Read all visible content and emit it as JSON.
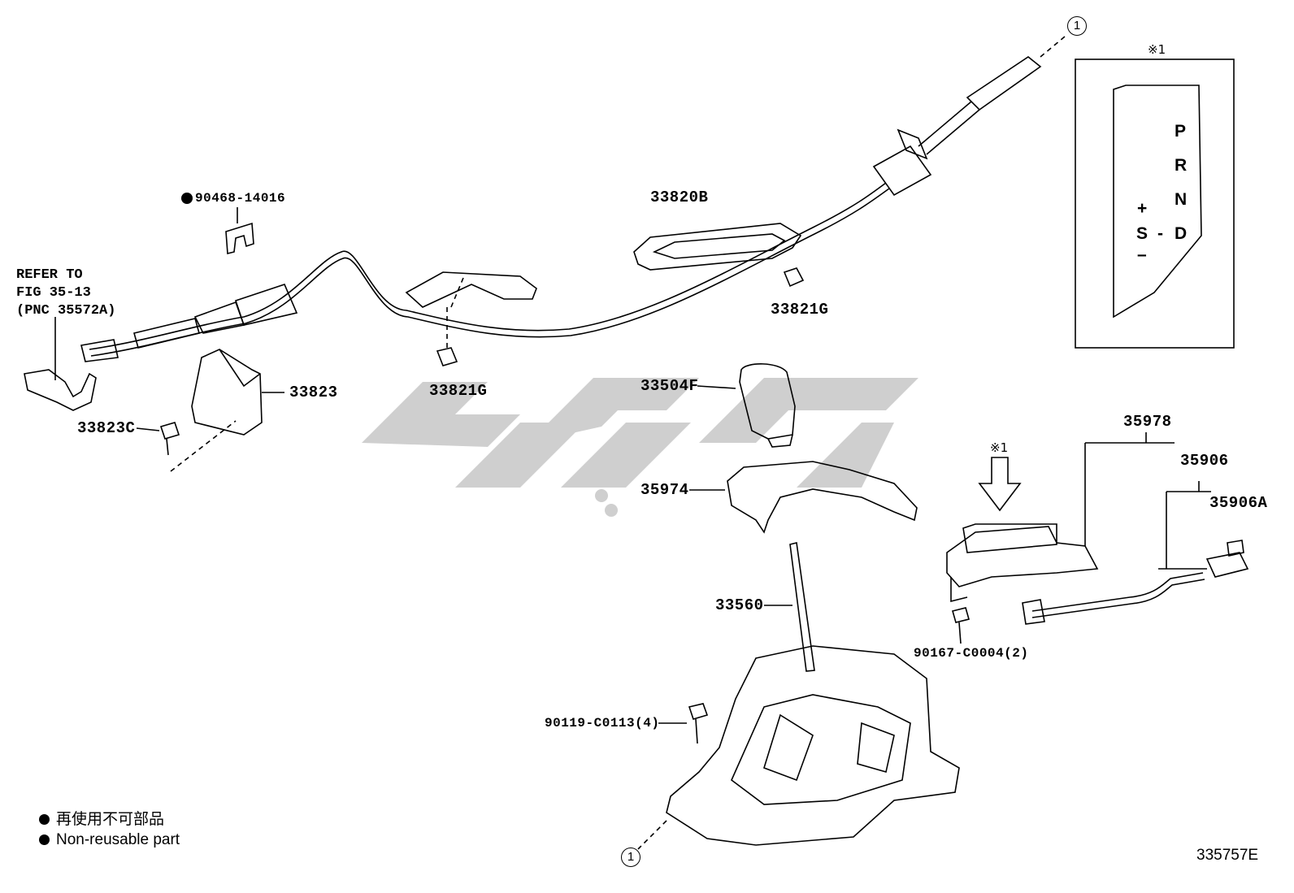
{
  "callouts": {
    "circle_top": "1",
    "circle_bottom": "1"
  },
  "parts": {
    "p90468": "90468-14016",
    "p33820B": "33820B",
    "p33821G_a": "33821G",
    "p33821G_b": "33821G",
    "p33823": "33823",
    "p33823C": "33823C",
    "p33504F": "33504F",
    "p35974": "35974",
    "p33560": "33560",
    "p90119": "90119-C0113(4)",
    "p35978": "35978",
    "p35906": "35906",
    "p35906A": "35906A",
    "p90167": "90167-C0004(2)"
  },
  "refer": {
    "line1": "REFER TO",
    "line2": "FIG 35-13",
    "line3": "(PNC 35572A)"
  },
  "notes": {
    "mark_inset": "※1",
    "mark_arrow": "※1"
  },
  "shift_plate": {
    "p": "P",
    "r": "R",
    "n": "N",
    "d": "D",
    "plus": "+",
    "s": "S",
    "dash": "-",
    "minus": "–"
  },
  "legend": {
    "jp": "再使用不可部品",
    "en": "Non-reusable part"
  },
  "figure_id": "335757E",
  "colors": {
    "line": "#000000",
    "watermark": "#c8c8c8"
  }
}
